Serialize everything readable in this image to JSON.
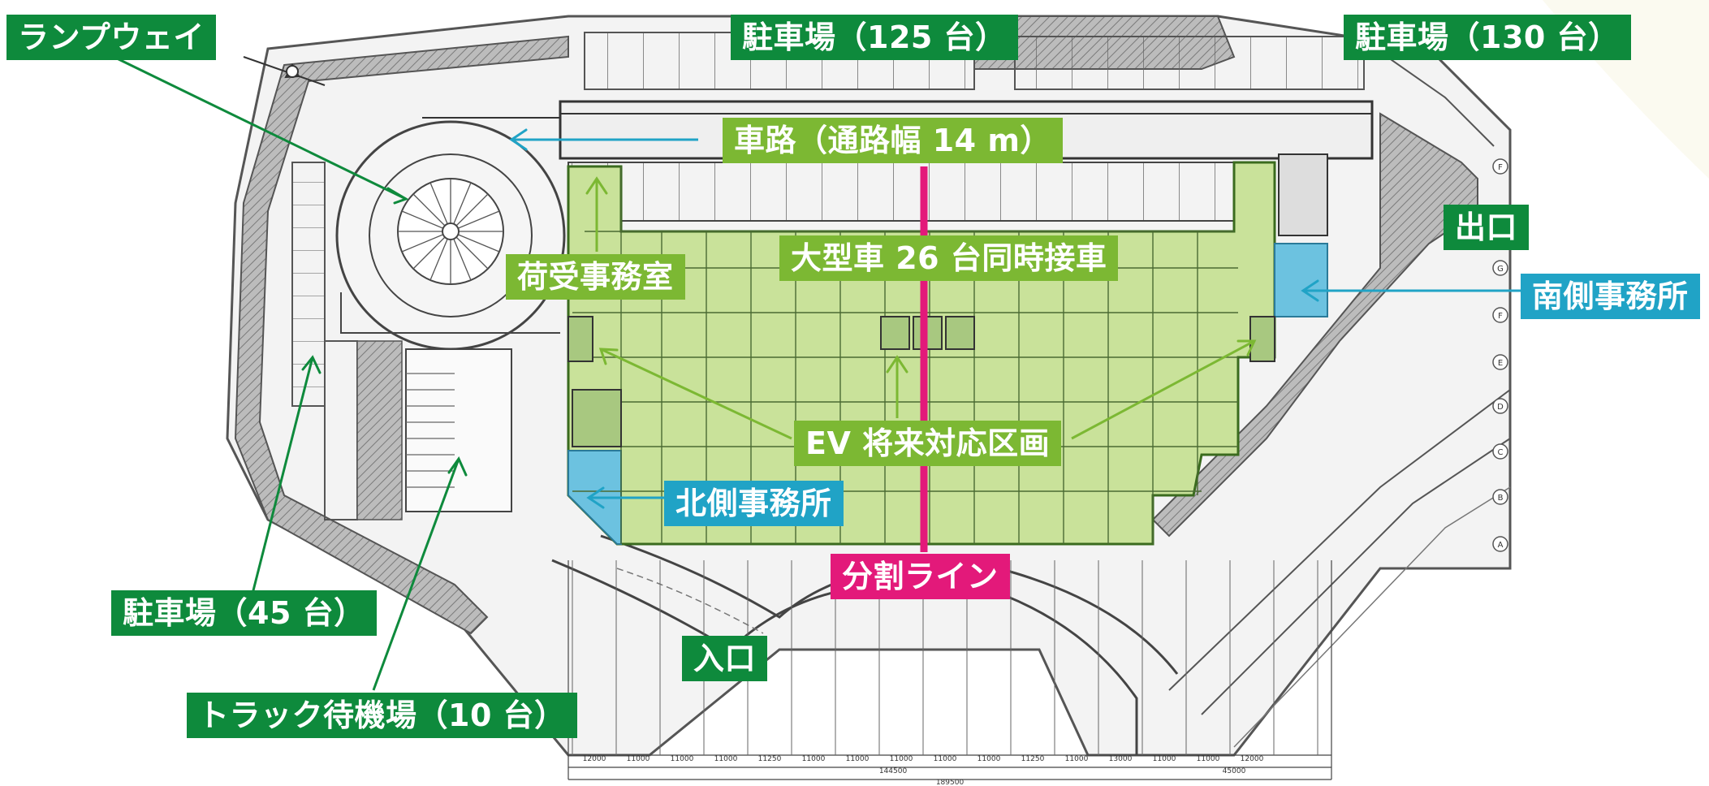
{
  "labels": {
    "rampway": "ランプウェイ",
    "parking_125": "駐車場（125 台）",
    "parking_130": "駐車場（130 台）",
    "road": "車路（通路幅 14 m）",
    "exit": "出口",
    "south_office": "南側事務所",
    "loading_office": "荷受事務室",
    "trucks_26": "大型車 26 台同時接車",
    "ev_section": "EV 将来対応区画",
    "north_office": "北側事務所",
    "split_line": "分割ライン",
    "entrance": "入口",
    "parking_45": "駐車場（45 台）",
    "truck_waiting": "トラック待機場（10 台）"
  },
  "dimensions": {
    "bottom": [
      "12000",
      "11000",
      "11000",
      "11000",
      "11250",
      "11000",
      "11000",
      "11000",
      "11000",
      "11000",
      "11250",
      "11000",
      "13000",
      "11000",
      "11000",
      "12000"
    ],
    "totals": [
      "144500",
      "45000",
      "189500"
    ]
  },
  "grid_axes": [
    "F",
    "G",
    "F",
    "E",
    "D",
    "C",
    "B",
    "A"
  ],
  "colors": {
    "label_dark_green": "#0e8a3c",
    "label_light_green": "#7cb833",
    "label_blue": "#20a3c6",
    "label_pink": "#e3197a",
    "floor_green": "#c9e29a",
    "office_blue": "#6cc2e0"
  }
}
